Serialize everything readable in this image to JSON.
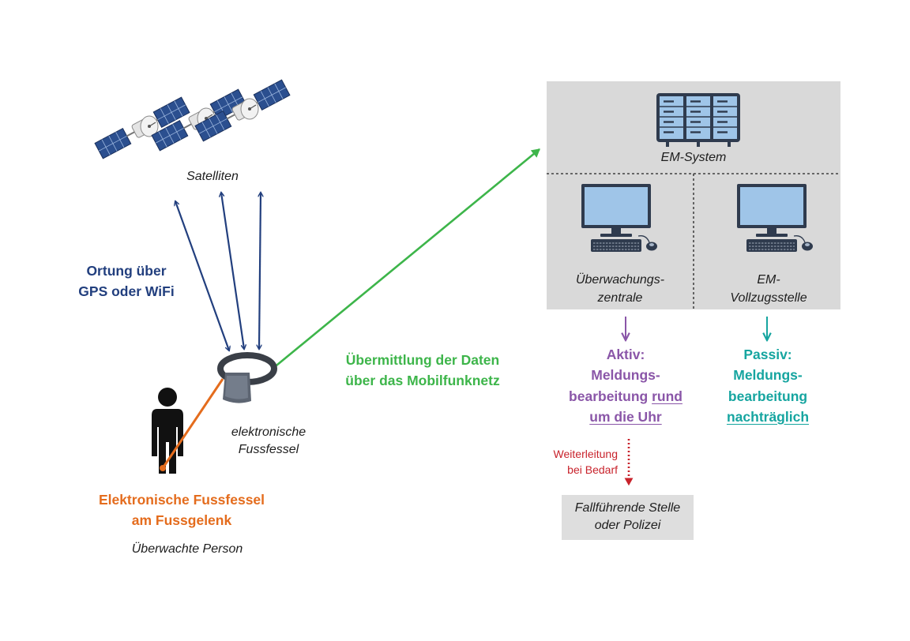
{
  "labels": {
    "satellites": "Satelliten",
    "localization_line1": "Ortung über",
    "localization_line2": "GPS oder WiFi",
    "transmission_line1": "Übermittlung der Daten",
    "transmission_line2": "über das Mobilfunknetz",
    "anklet_line1": "elektronische",
    "anklet_line2": "Fussfessel",
    "person_title_line1": "Elektronische Fussfessel",
    "person_title_line2": "am Fussgelenk",
    "person_caption": "Überwachte Person",
    "em_system": "EM-System",
    "monitoring_center_line1": "Überwachungs-",
    "monitoring_center_line2": "zentrale",
    "enforcement_line1": "EM-",
    "enforcement_line2": "Vollzugsstelle",
    "active_line1": "Aktiv:",
    "active_line2": "Meldungs-",
    "active_line3_plain": "bearbeitung ",
    "active_line3_underlined": "rund ",
    "active_line4_underlined": "um die Uhr",
    "passive_line1": "Passiv:",
    "passive_line2": "Meldungs-",
    "passive_line3": "bearbeitung",
    "passive_line4_underlined": "nachträglich",
    "forwarding_line1": "Weiterleitung",
    "forwarding_line2": "bei Bedarf",
    "case_office_line1": "Fallführende Stelle",
    "case_office_line2": "oder Polizei"
  },
  "colors": {
    "gps_arrows": "#223f7e",
    "data_transmission": "#3db54a",
    "anklet_highlight": "#e46c1d",
    "active_processing": "#8a56a8",
    "passive_processing": "#16a5a0",
    "forwarding": "#c8232c",
    "system_box": "#d9d9d9",
    "case_office_box": "#dedede"
  },
  "icons": [
    "satellite-icon",
    "server-rack-icon",
    "computer-workstation-icon",
    "ankle-monitor-icon",
    "person-icon"
  ]
}
